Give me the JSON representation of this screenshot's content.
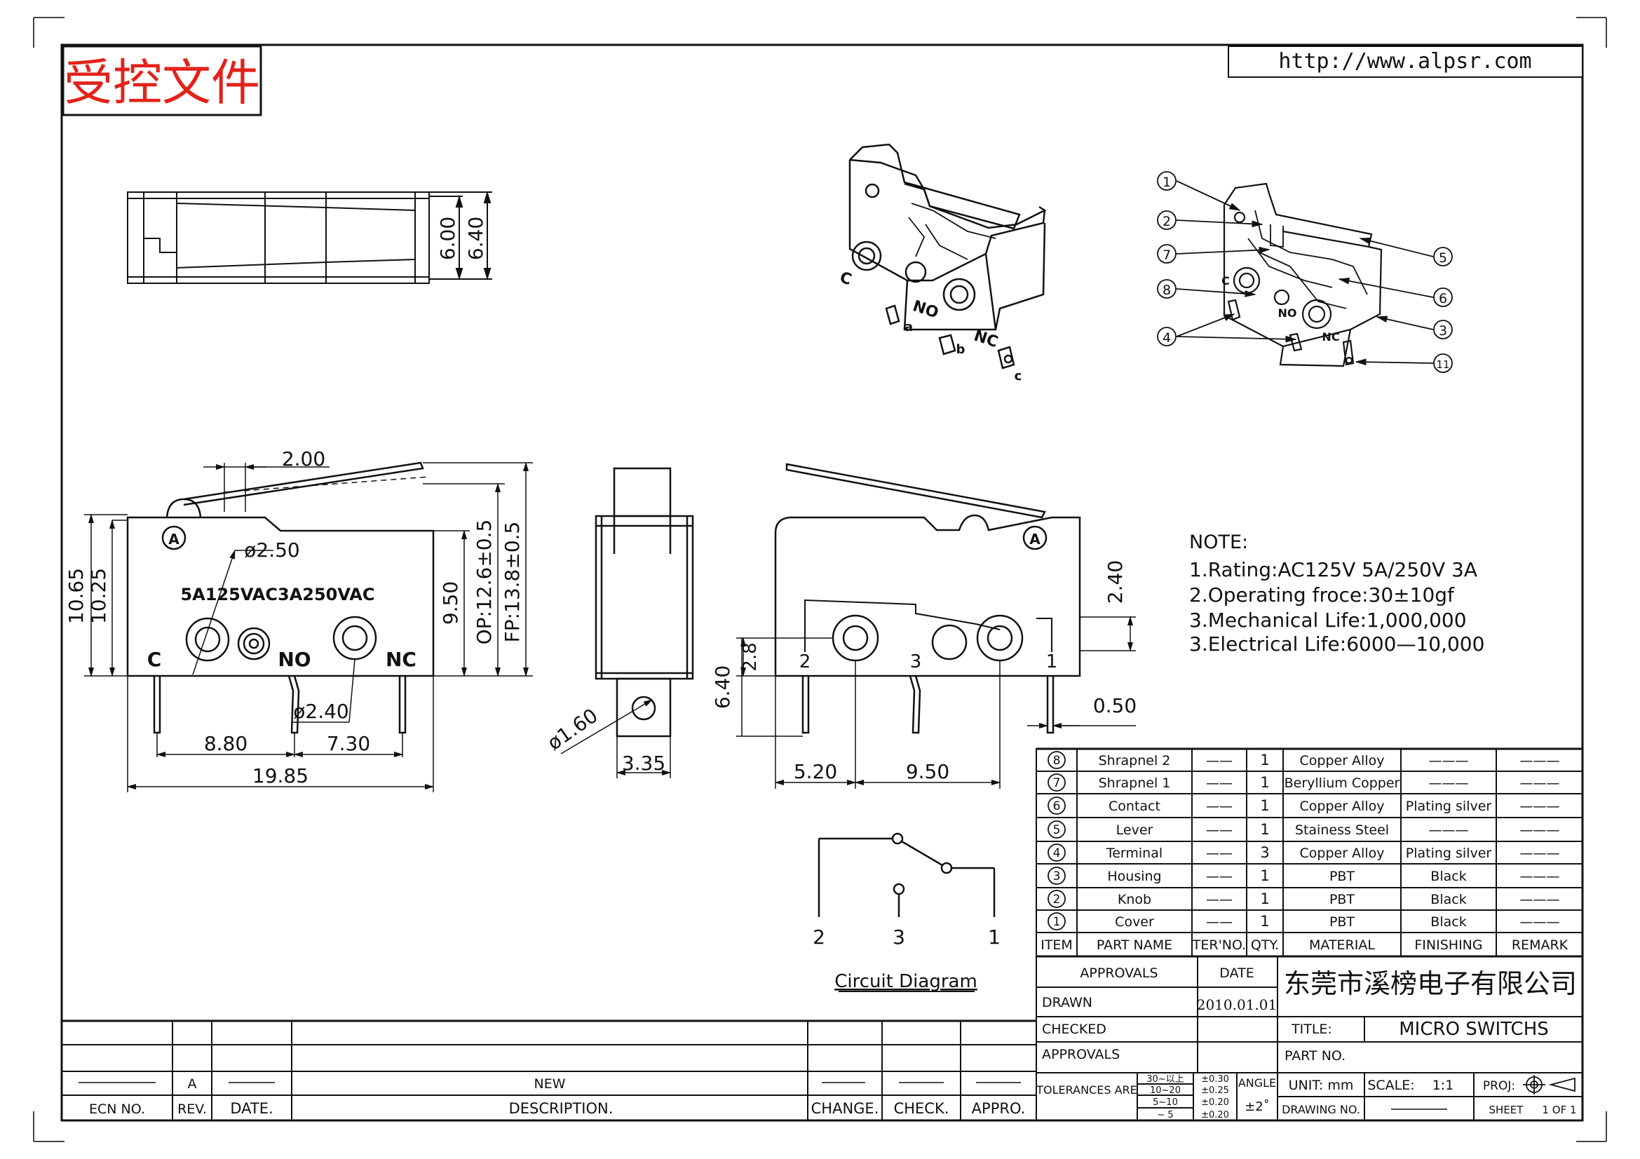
{
  "stamp": "受控文件",
  "website": "http://www.alpsr.com",
  "dims": {
    "top_view": [
      "6.00",
      "6.40"
    ],
    "front_view": [
      "2.00",
      "ø2.50",
      "10.65",
      "10.25",
      "9.50",
      "OP:12.6±0.5",
      "FP:13.8±0.5",
      "ø2.40",
      "8.80",
      "7.30",
      "19.85"
    ],
    "side_view": [
      "ø1.60",
      "3.35"
    ],
    "internal_view": [
      "2.40",
      "2.8",
      "6.40",
      "0.50",
      "5.20",
      "9.50"
    ]
  },
  "front_labels": {
    "rating": "5A125VAC3A250VAC",
    "c": "C",
    "no": "NO",
    "nc": "NC"
  },
  "iso_labels": {
    "c": "C",
    "no": "NO",
    "nc": "NC",
    "a": "a",
    "b": "b",
    "cc": "c"
  },
  "internal_pins": [
    "2",
    "3",
    "1"
  ],
  "callouts": [
    "1",
    "2",
    "7",
    "8",
    "4",
    "5",
    "6",
    "3",
    "11"
  ],
  "notes": {
    "title": "NOTE:",
    "lines": [
      "1.Rating:AC125V  5A/250V  3A",
      "2.Operating  froce:30±10gf",
      "3.Mechanical  Life:1,000,000",
      "3.Electrical  Life:6000—10,000"
    ]
  },
  "circuit": {
    "pins": [
      "2",
      "3",
      "1"
    ],
    "caption": "Circuit  Diagram"
  },
  "bom": {
    "headers": [
      "ITEM",
      "PART NAME",
      "TER'NO.",
      "QTY.",
      "MATERIAL",
      "FINISHING",
      "REMARK"
    ],
    "rows": [
      {
        "item": "8",
        "name": "Shrapnel  2",
        "ter": "——",
        "qty": "1",
        "material": "Copper  Alloy",
        "finishing": "———",
        "remark": "———"
      },
      {
        "item": "7",
        "name": "Shrapnel  1",
        "ter": "——",
        "qty": "1",
        "material": "Beryllium  Copper",
        "finishing": "———",
        "remark": "———"
      },
      {
        "item": "6",
        "name": "Contact",
        "ter": "——",
        "qty": "1",
        "material": "Copper  Alloy",
        "finishing": "Plating  silver",
        "remark": "———"
      },
      {
        "item": "5",
        "name": "Lever",
        "ter": "——",
        "qty": "1",
        "material": "Stainess  Steel",
        "finishing": "———",
        "remark": "———"
      },
      {
        "item": "4",
        "name": "Terminal",
        "ter": "——",
        "qty": "3",
        "material": "Copper  Alloy",
        "finishing": "Plating  silver",
        "remark": "———"
      },
      {
        "item": "3",
        "name": "Housing",
        "ter": "——",
        "qty": "1",
        "material": "PBT",
        "finishing": "Black",
        "remark": "———"
      },
      {
        "item": "2",
        "name": "Knob",
        "ter": "——",
        "qty": "1",
        "material": "PBT",
        "finishing": "Black",
        "remark": "———"
      },
      {
        "item": "1",
        "name": "Cover",
        "ter": "——",
        "qty": "1",
        "material": "PBT",
        "finishing": "Black",
        "remark": "———"
      }
    ]
  },
  "title_block": {
    "approvals": "APPROVALS",
    "date": "DATE",
    "company": "东莞市溪榜电子有限公司",
    "drawn": "DRAWN",
    "drawn_date": "2010.01.01",
    "checked": "CHECKED",
    "approvals2": "APPROVALS",
    "title_label": "TITLE:",
    "title_value": "MICRO  SWITCHS",
    "part_no": "PART  NO.",
    "tolerances": "TOLERANCES  ARE",
    "tol_ranges": [
      "30~以上",
      "10~20",
      "5~10",
      "~ 5"
    ],
    "tol_values": [
      "±0.30",
      "±0.25",
      "±0.20",
      "±0.20"
    ],
    "angle": "ANGLE",
    "angle_value": "±2˚",
    "unit": "UNIT:  mm",
    "scale": "SCALE:",
    "scale_value": "1:1",
    "proj": "PROJ:",
    "drawing_no": "DRAWING  NO.",
    "sheet": "SHEET",
    "sheet_value": "1  OF  1"
  },
  "revision": {
    "headers": [
      "ECN  NO.",
      "REV.",
      "DATE.",
      "DESCRIPTION.",
      "CHANGE.",
      "CHECK.",
      "APPRO."
    ],
    "row": {
      "rev": "A",
      "desc": "NEW"
    }
  }
}
